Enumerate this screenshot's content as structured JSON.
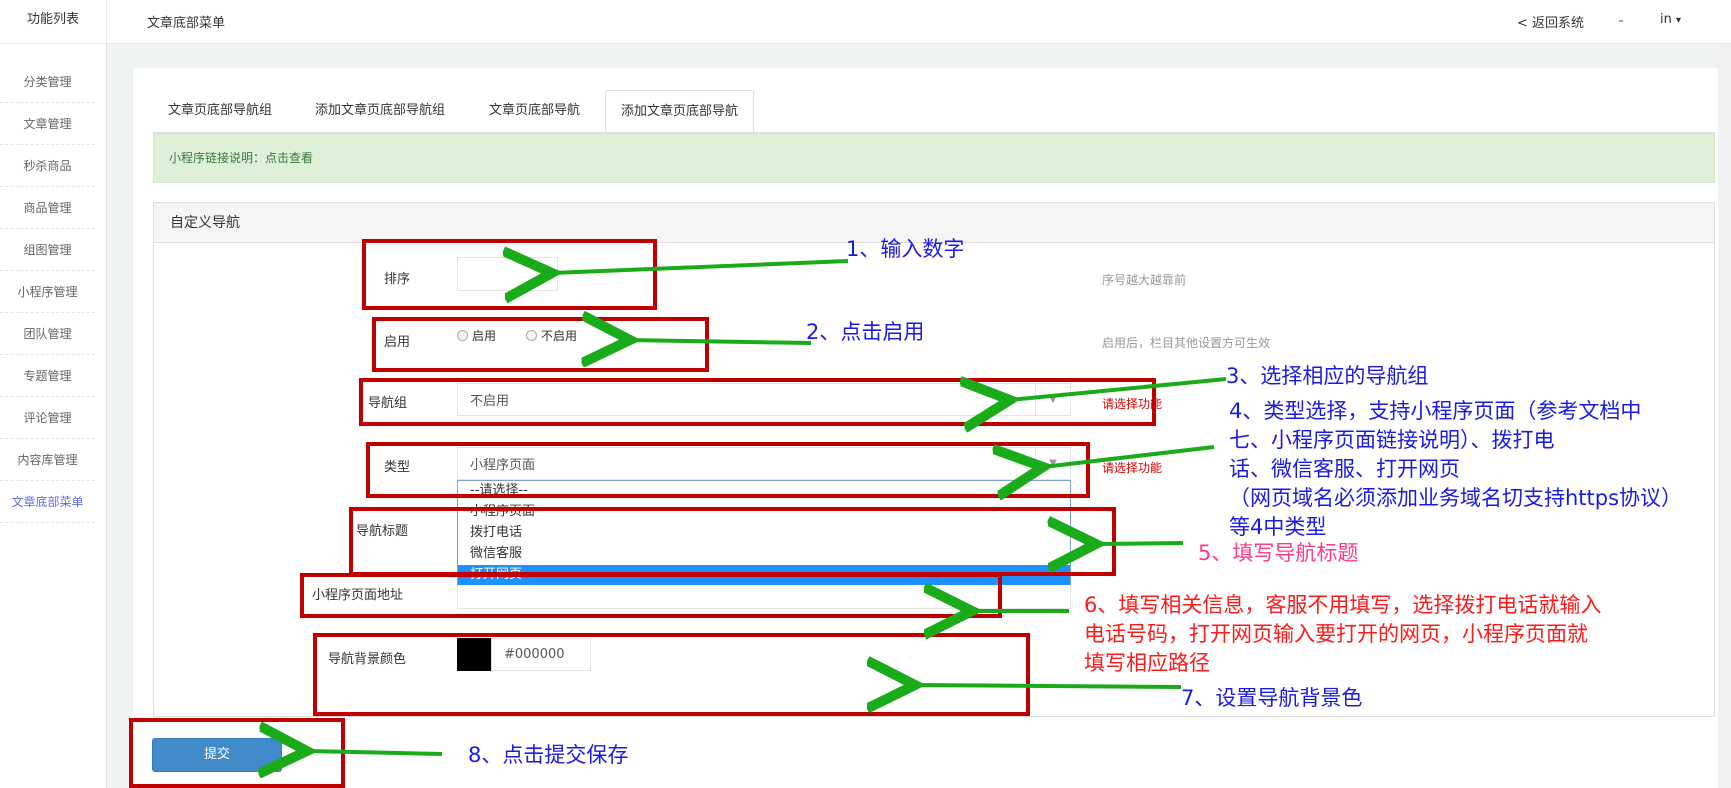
{
  "header": {
    "sidebar_title": "功能列表",
    "page_title": "文章底部菜单",
    "back_link": "< 返回系统",
    "user": "in",
    "user_caret": "▾"
  },
  "sidebar": {
    "items": [
      {
        "label": "分类管理"
      },
      {
        "label": "文章管理"
      },
      {
        "label": "秒杀商品"
      },
      {
        "label": "商品管理"
      },
      {
        "label": "组图管理"
      },
      {
        "label": "小程序管理"
      },
      {
        "label": "团队管理"
      },
      {
        "label": "专题管理"
      },
      {
        "label": "评论管理"
      },
      {
        "label": "内容库管理"
      },
      {
        "label": "文章底部菜单",
        "active": true
      }
    ]
  },
  "tabs": [
    {
      "label": "文章页底部导航组"
    },
    {
      "label": "添加文章页底部导航组"
    },
    {
      "label": "文章页底部导航"
    },
    {
      "label": "添加文章页底部导航",
      "active": true
    }
  ],
  "alert": {
    "text": "小程序链接说明：点击查看"
  },
  "panel": {
    "title": "自定义导航"
  },
  "form": {
    "sort": {
      "label": "排序",
      "value": "",
      "help": "序号越大越靠前"
    },
    "enable": {
      "label": "启用",
      "options": [
        "启用",
        "不启用"
      ],
      "help": "启用后，栏目其他设置方可生效"
    },
    "nav_group": {
      "label": "导航组",
      "value": "不启用",
      "error": "请选择功能"
    },
    "type": {
      "label": "类型",
      "value": "小程序页面",
      "error": "请选择功能",
      "options": [
        "--请选择--",
        "小程序页面",
        "拨打电话",
        "微信客服",
        "打开网页"
      ],
      "highlighted": "打开网页"
    },
    "nav_title": {
      "label": "导航标题",
      "value": ""
    },
    "page_url": {
      "label": "小程序页面地址",
      "value": ""
    },
    "bg_color": {
      "label": "导航背景颜色",
      "value": "#000000"
    },
    "submit": "提交"
  },
  "annotations": {
    "n1": "1、输入数字",
    "n2": "2、点击启用",
    "n3": "3、选择相应的导航组",
    "n4": [
      "4、类型选择，支持小程序页面（参考文档中",
      "七、小程序页面链接说明）、拨打电",
      "话、微信客服、打开网页",
      "（网页域名必须添加业务域名切支持https协议）",
      "等4中类型"
    ],
    "n5": "5、填写导航标题",
    "n6": [
      "6、填写相关信息，客服不用填写，选择拨打电话就输入",
      "电话号码，打开网页输入要打开的网页，小程序页面就",
      "填写相应路径"
    ],
    "n7": "7、设置导航背景色",
    "n8": "8、点击提交保存"
  },
  "colors": {
    "box": "#c00000",
    "arrow": "#1aab1a",
    "note_blue": "#1a1ae6",
    "note_pink": "#ff3c8c",
    "note_red": "#ff1a1a",
    "highlight": "#1e90ff",
    "submit": "#428bca"
  }
}
